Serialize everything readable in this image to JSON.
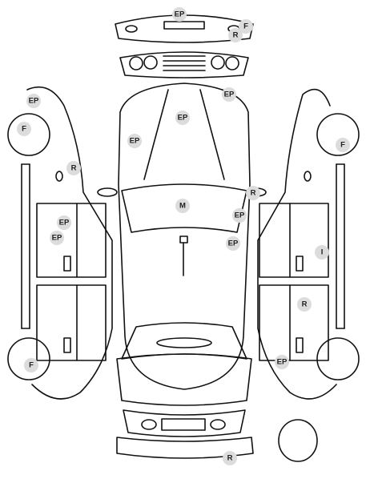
{
  "colors": {
    "line": "#111111",
    "marker_fill": "#dcdcdc",
    "marker_text": "#222222"
  },
  "markers": [
    {
      "label": "EP"
    },
    {
      "label": "F"
    },
    {
      "label": "R"
    },
    {
      "label": "EP"
    },
    {
      "label": "EP"
    },
    {
      "label": "EP"
    },
    {
      "label": "EP"
    },
    {
      "label": "F"
    },
    {
      "label": "F"
    },
    {
      "label": "R"
    },
    {
      "label": "R"
    },
    {
      "label": "M"
    },
    {
      "label": "EP"
    },
    {
      "label": "EP"
    },
    {
      "label": "EP"
    },
    {
      "label": "EP"
    },
    {
      "label": "I"
    },
    {
      "label": "R"
    },
    {
      "label": "EP"
    },
    {
      "label": "F"
    },
    {
      "label": "R"
    }
  ]
}
